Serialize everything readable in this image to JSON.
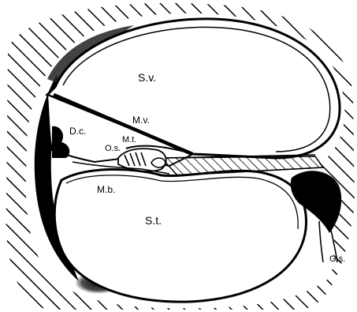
{
  "labels": {
    "scala_vestibuli": "S.v.",
    "ductus_cochlearis": "D.c.",
    "membrana_vestibularis": "M.v.",
    "membrana_tectoria": "M.t.",
    "organ_spirale": "O.s.",
    "membrana_basilaris": "M.b.",
    "scala_tympani": "S.t.",
    "ganglion_spirale": "G.s."
  },
  "colors": {
    "ink": "#000000",
    "paper": "#ffffff"
  }
}
